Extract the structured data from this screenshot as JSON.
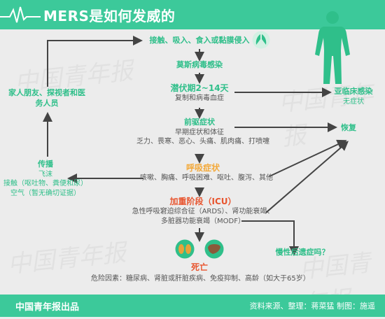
{
  "header": {
    "title": "MERS是如何发威的"
  },
  "nodes": {
    "contact": "接触、吸入、食入或黏膜侵入",
    "infection": "莫斯病毒感染",
    "incubation_title": "潜伏期2~14天",
    "incubation_sub": "复制和病毒血症",
    "prodrome_title": "前驱症状",
    "prodrome_sub1": "早期症状和体征",
    "prodrome_sub2": "乏力、畏寒、恶心、头痛、肌肉痛、打喷嚏",
    "respiratory_title": "呼吸症状",
    "respiratory_sub": "咳嗽、胸痛、呼吸困难、呕吐、腹泻、其他",
    "critical_title": "加重阶段（ICU）",
    "critical_sub1": "急性呼吸窘迫综合征（ARDS）、肾功能衰竭、",
    "critical_sub2": "多脏器功能衰竭（MODF）",
    "death_title": "死亡",
    "death_sub": "危险因素：糖尿病、肾脏或肝脏疾病、免疫抑制、高龄（如大于65岁）",
    "subclinical_title": "亚临床感染",
    "subclinical_sub": "无症状",
    "recovery": "恢复",
    "chronic": "慢性后遗症吗？",
    "contacts": "家人朋友、探视者和医务人员",
    "transmission_title": "传播",
    "transmission_sub1": "飞沫",
    "transmission_sub2": "接触（呕吐物、粪便和尿）",
    "transmission_sub3": "空气（暂无确切证据）"
  },
  "footer": {
    "publisher": "中国青年报出品",
    "credits": "资料来源、整理：蒋菜猛  制图：施遥"
  },
  "colors": {
    "brand": "#3cc99a",
    "green_text": "#2fbf8a",
    "orange": "#f3a93a",
    "red": "#e8552f",
    "arrow": "#444444"
  },
  "icons": [
    "pulse-icon",
    "human-body-icon",
    "lungs-icon",
    "kidneys-icon",
    "liver-icon"
  ]
}
